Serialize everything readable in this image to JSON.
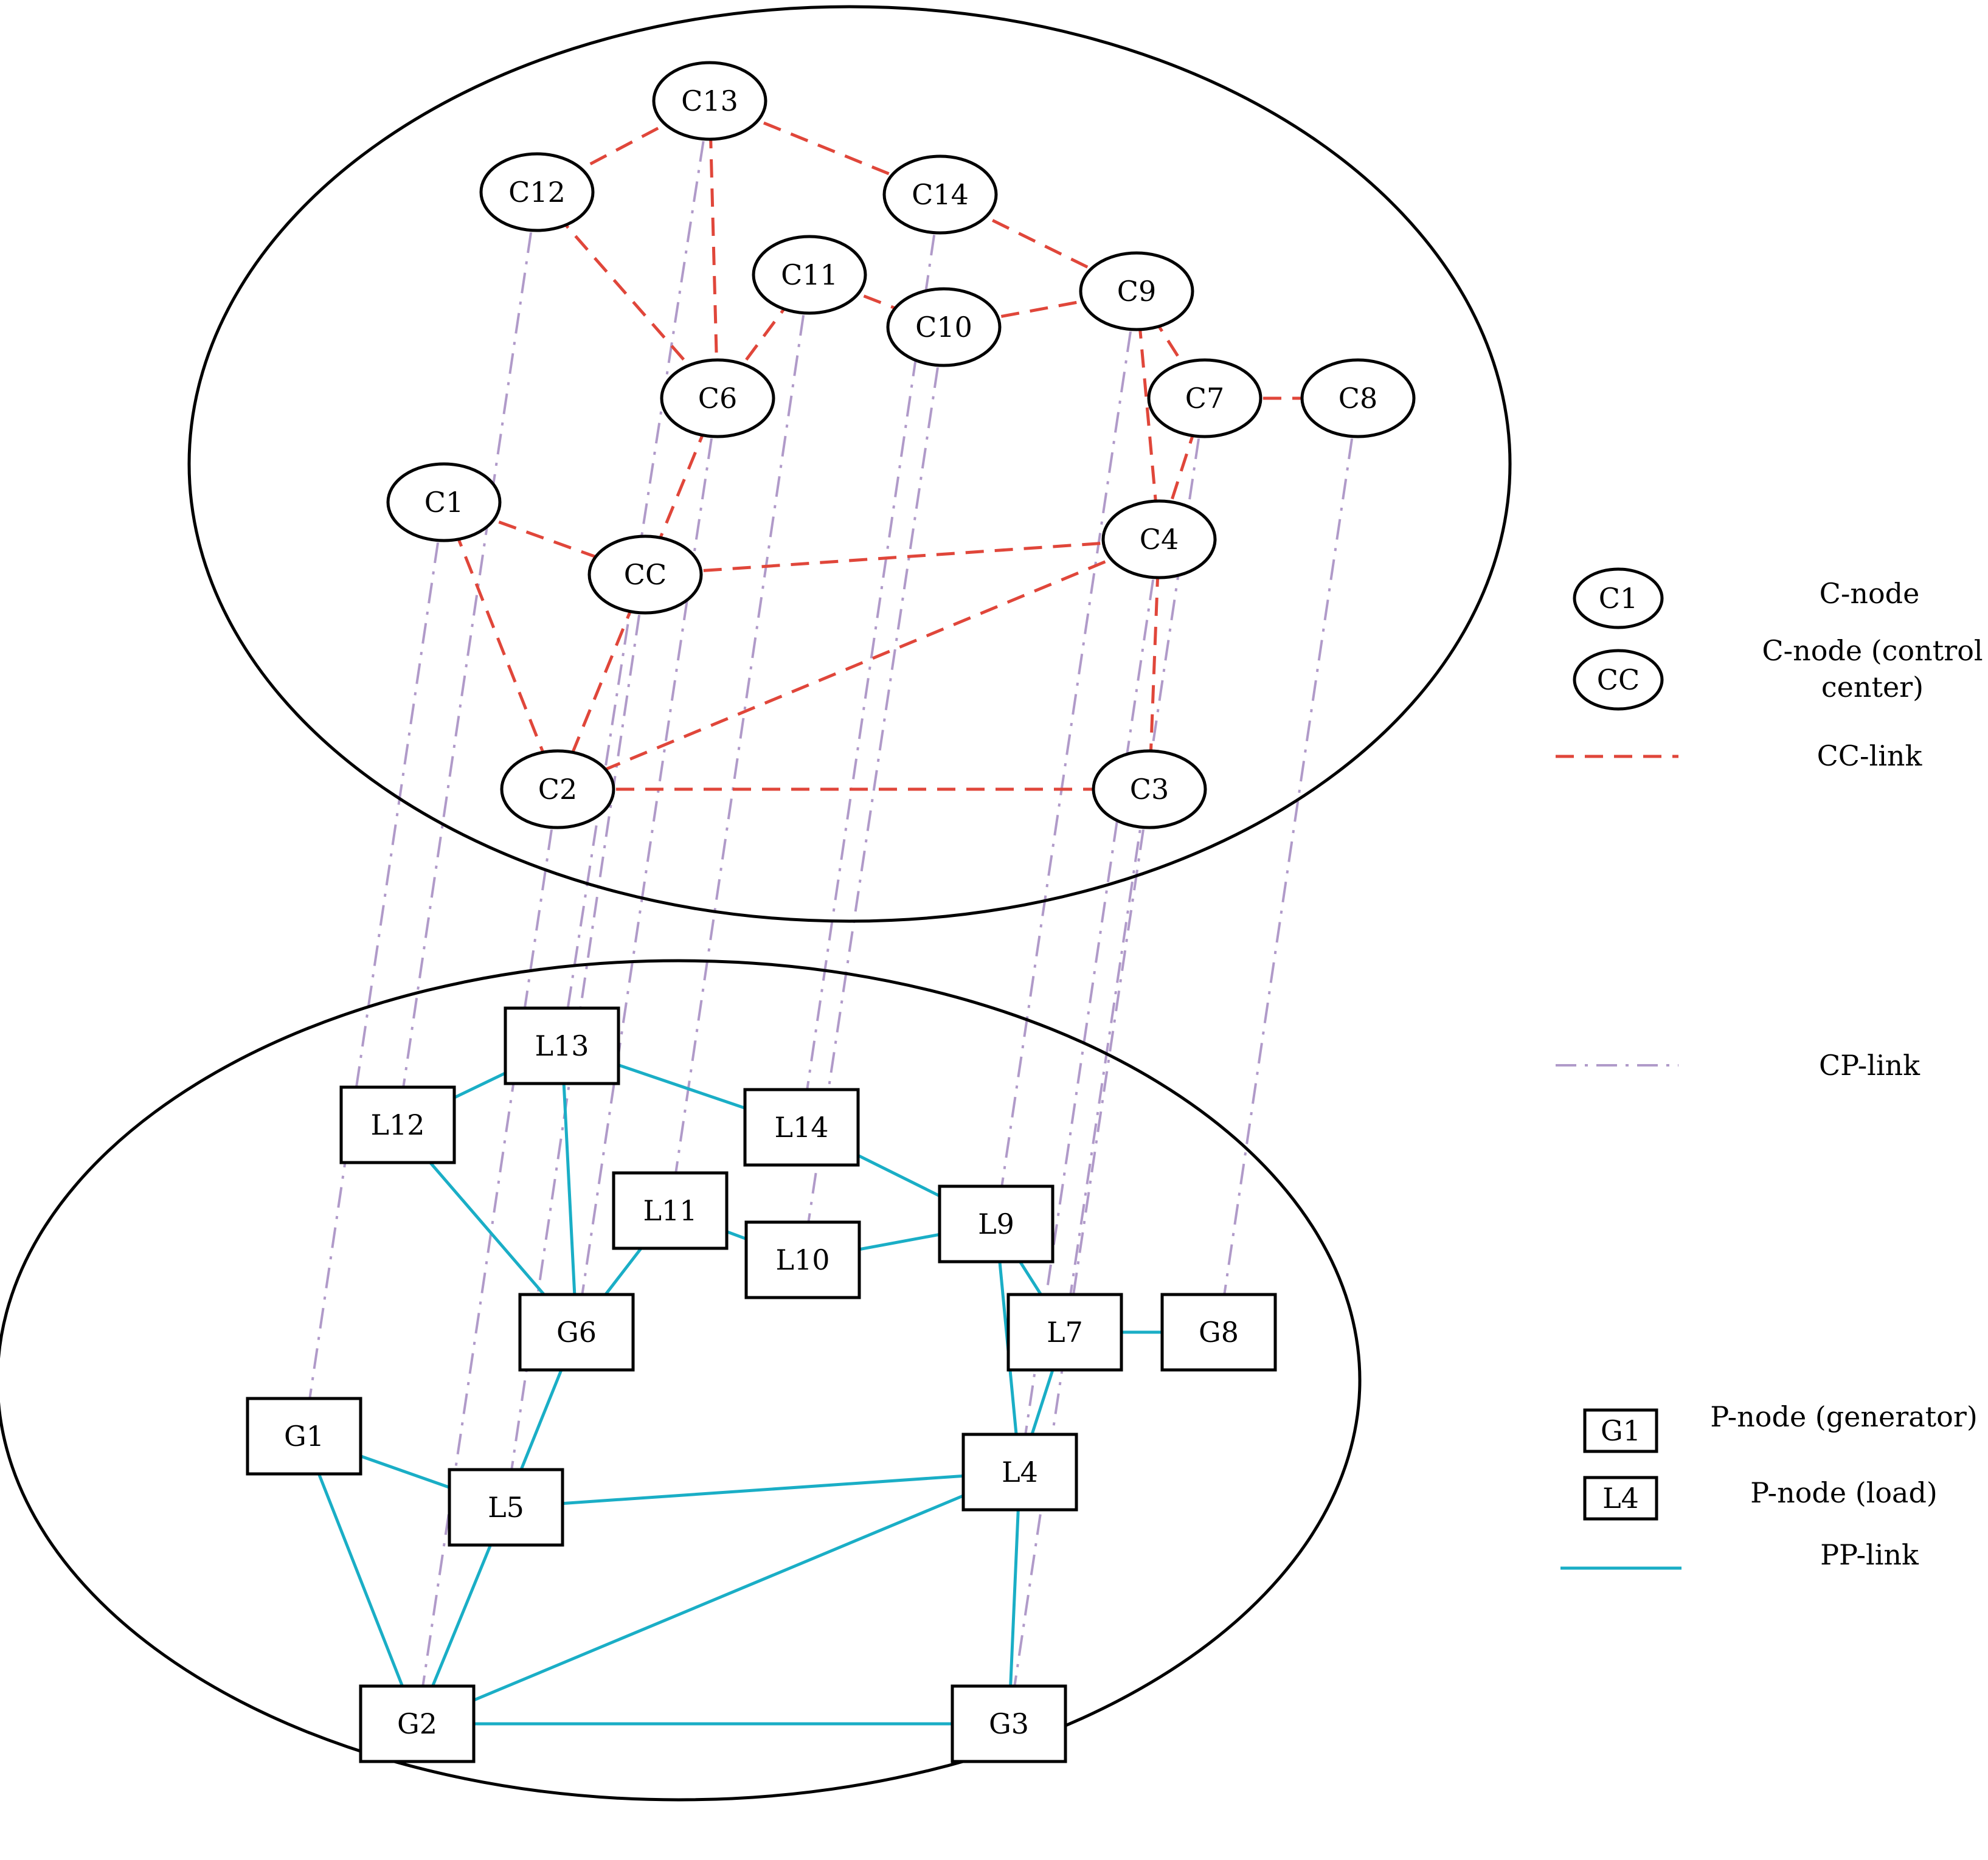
{
  "colors": {
    "cc_link": "#e0463a",
    "cp_link": "#b09ac9",
    "pp_link": "#1aaec6",
    "node_stroke": "#000000"
  },
  "c_nodes": [
    {
      "id": "C13",
      "label": "C13"
    },
    {
      "id": "C12",
      "label": "C12"
    },
    {
      "id": "C14",
      "label": "C14"
    },
    {
      "id": "C11",
      "label": "C11"
    },
    {
      "id": "C10",
      "label": "C10"
    },
    {
      "id": "C9",
      "label": "C9"
    },
    {
      "id": "C6",
      "label": "C6"
    },
    {
      "id": "C7",
      "label": "C7"
    },
    {
      "id": "C8",
      "label": "C8"
    },
    {
      "id": "C1",
      "label": "C1"
    },
    {
      "id": "C4",
      "label": "C4"
    },
    {
      "id": "CC",
      "label": "CC"
    },
    {
      "id": "C2",
      "label": "C2"
    },
    {
      "id": "C3",
      "label": "C3"
    }
  ],
  "p_nodes": [
    {
      "id": "L13",
      "label": "L13"
    },
    {
      "id": "L12",
      "label": "L12"
    },
    {
      "id": "L14",
      "label": "L14"
    },
    {
      "id": "L11",
      "label": "L11"
    },
    {
      "id": "L10",
      "label": "L10"
    },
    {
      "id": "L9",
      "label": "L9"
    },
    {
      "id": "G6",
      "label": "G6"
    },
    {
      "id": "L7",
      "label": "L7"
    },
    {
      "id": "G8",
      "label": "G8"
    },
    {
      "id": "G1",
      "label": "G1"
    },
    {
      "id": "L4",
      "label": "L4"
    },
    {
      "id": "L5",
      "label": "L5"
    },
    {
      "id": "G2",
      "label": "G2"
    },
    {
      "id": "G3",
      "label": "G3"
    }
  ],
  "cc_links": [
    [
      "C13",
      "C12"
    ],
    [
      "C13",
      "C6"
    ],
    [
      "C13",
      "C14"
    ],
    [
      "C12",
      "C6"
    ],
    [
      "C14",
      "C9"
    ],
    [
      "C11",
      "C6"
    ],
    [
      "C11",
      "C10"
    ],
    [
      "C10",
      "C9"
    ],
    [
      "C9",
      "C7"
    ],
    [
      "C9",
      "C4"
    ],
    [
      "C7",
      "C8"
    ],
    [
      "C7",
      "C4"
    ],
    [
      "C6",
      "CC"
    ],
    [
      "C1",
      "CC"
    ],
    [
      "C1",
      "C2"
    ],
    [
      "CC",
      "C2"
    ],
    [
      "CC",
      "C4"
    ],
    [
      "C4",
      "C2"
    ],
    [
      "C4",
      "C3"
    ],
    [
      "C2",
      "C3"
    ]
  ],
  "pp_links": [
    [
      "L13",
      "L12"
    ],
    [
      "L13",
      "L14"
    ],
    [
      "L13",
      "G6"
    ],
    [
      "L12",
      "G6"
    ],
    [
      "L14",
      "L9"
    ],
    [
      "L11",
      "G6"
    ],
    [
      "L11",
      "L10"
    ],
    [
      "L10",
      "L9"
    ],
    [
      "L9",
      "L7"
    ],
    [
      "L9",
      "L4"
    ],
    [
      "L7",
      "G8"
    ],
    [
      "L7",
      "L4"
    ],
    [
      "G6",
      "L5"
    ],
    [
      "G1",
      "L5"
    ],
    [
      "G1",
      "G2"
    ],
    [
      "L5",
      "G2"
    ],
    [
      "L5",
      "L4"
    ],
    [
      "L4",
      "G2"
    ],
    [
      "L4",
      "G3"
    ],
    [
      "G2",
      "G3"
    ]
  ],
  "cp_links": [
    [
      "C1",
      "G1"
    ],
    [
      "C2",
      "G2"
    ],
    [
      "C3",
      "G3"
    ],
    [
      "C4",
      "L4"
    ],
    [
      "CC",
      "L5"
    ],
    [
      "C6",
      "G6"
    ],
    [
      "C7",
      "L7"
    ],
    [
      "C8",
      "G8"
    ],
    [
      "C9",
      "L9"
    ],
    [
      "C10",
      "L10"
    ],
    [
      "C11",
      "L11"
    ],
    [
      "C12",
      "L12"
    ],
    [
      "C13",
      "L13"
    ],
    [
      "C14",
      "L14"
    ]
  ],
  "legend": {
    "c_node_sample": "C1",
    "c_node_text": "C-node",
    "cc_sample": "CC",
    "cc_text_line1": "C-node (control",
    "cc_text_line2": "center)",
    "cc_link_text": "CC-link",
    "cp_link_text": "CP-link",
    "g_sample": "G1",
    "g_text": "P-node (generator)",
    "l_sample": "L4",
    "l_text": "P-node (load)",
    "pp_link_text": "PP-link"
  }
}
